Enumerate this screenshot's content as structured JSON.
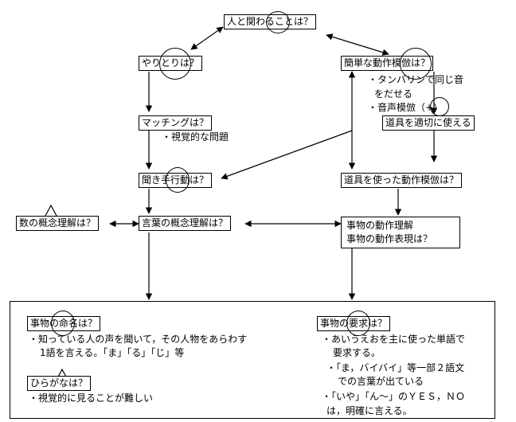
{
  "nodes": {
    "root": "人と関わることは？",
    "exchange": "やりとりは？",
    "imitation": "簡単な動作模倣は？",
    "imitation_notes": [
      "・タンバリンで同じ音",
      "をだせる",
      "・音声模倣（+）"
    ],
    "tool_use": "道具を適切に使える",
    "matching": "マッチングは？",
    "matching_note": "・視覚的な問題",
    "listening": "聞き手行動は？",
    "tool_imitation": "道具を使った動作模倣は？",
    "number_concept": "数の概念理解は？",
    "word_concept": "言葉の概念理解は？",
    "action_understanding": [
      "事物の動作理解",
      "事物の動作表現は？"
    ]
  },
  "panel": {
    "naming_title": "事物の命名は？",
    "naming_notes": [
      "・知っている人の声を聞いて，その人物をあらわす",
      "1語を言える。「ま」「る」「じ」等"
    ],
    "hiragana_title": "ひらがなは？",
    "hiragana_notes": [
      "・視覚的に見ることが難しい"
    ],
    "request_title": "事物の要求は？",
    "request_notes": [
      "・あいうえおを主に使った単語で",
      "要求する。",
      "・「ま，バイバイ」等一部２語文",
      "での言葉が出ている",
      "・「いや」「ん～」のＹＥＳ，ＮＯ",
      "は，明確に言える。"
    ]
  }
}
